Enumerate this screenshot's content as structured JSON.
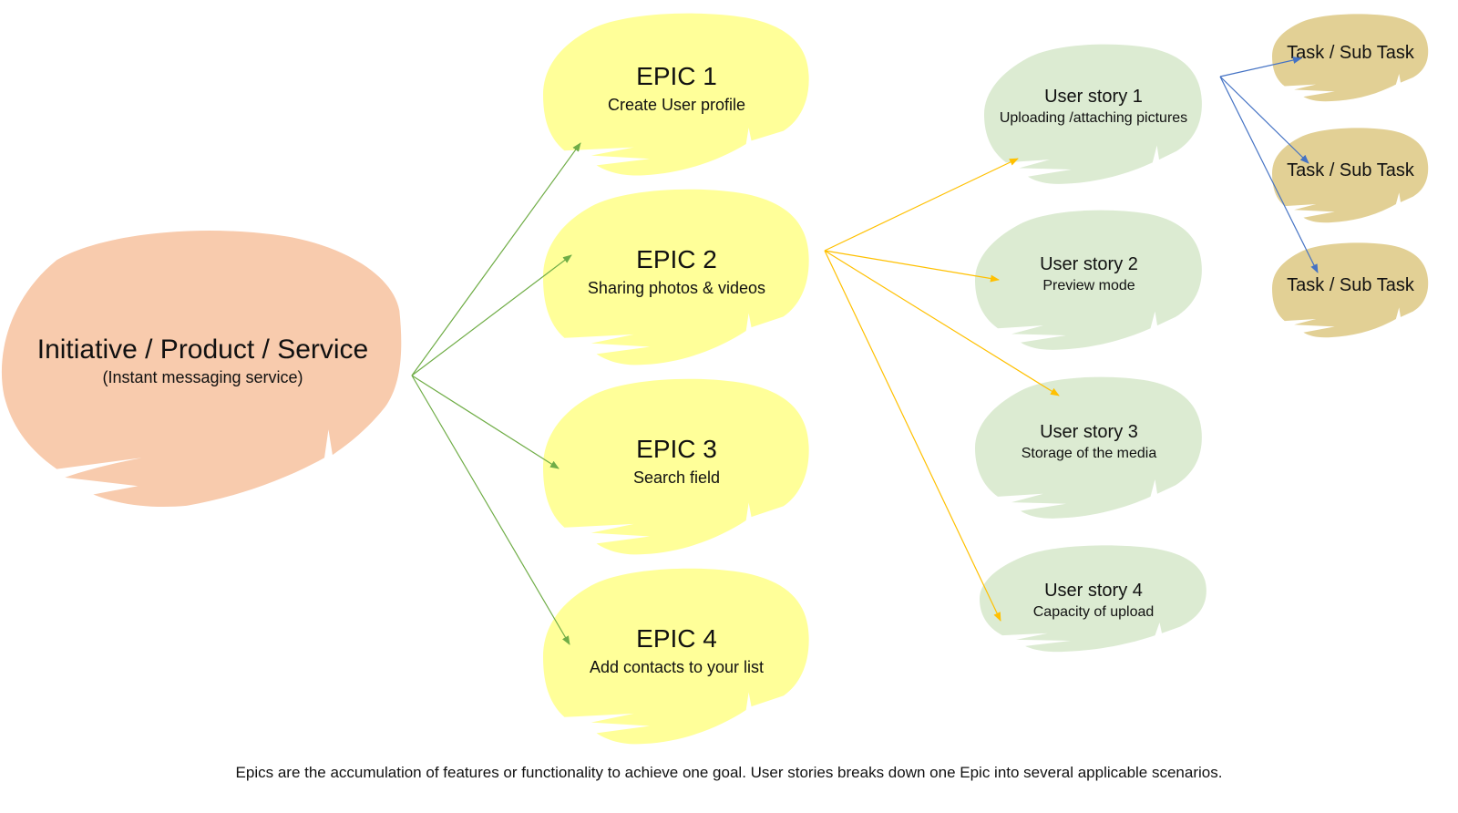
{
  "colors": {
    "root_fill": "#f8cbad",
    "epic_fill": "#ffff99",
    "story_fill": "#dcebd2",
    "task_fill": "#e2d095",
    "root_to_epic_arrow": "#70ad47",
    "epic_to_story_arrow": "#ffc000",
    "story_to_task_arrow": "#4472c4"
  },
  "root": {
    "title": "Initiative / Product / Service",
    "subtitle": "(Instant messaging service)"
  },
  "epics": [
    {
      "title": "EPIC 1",
      "subtitle": "Create User profile"
    },
    {
      "title": "EPIC 2",
      "subtitle": "Sharing photos & videos"
    },
    {
      "title": "EPIC 3",
      "subtitle": "Search field"
    },
    {
      "title": "EPIC 4",
      "subtitle": "Add contacts to your list"
    }
  ],
  "user_stories": [
    {
      "title": "User story 1",
      "subtitle": "Uploading /attaching pictures"
    },
    {
      "title": "User story 2",
      "subtitle": "Preview mode"
    },
    {
      "title": "User story 3",
      "subtitle": "Storage of the media"
    },
    {
      "title": "User story 4",
      "subtitle": "Capacity of upload"
    }
  ],
  "tasks": [
    {
      "title": "Task / Sub Task"
    },
    {
      "title": "Task / Sub Task"
    },
    {
      "title": "Task / Sub Task"
    }
  ],
  "edges": [
    {
      "from": "root",
      "to": "epic-1"
    },
    {
      "from": "root",
      "to": "epic-2"
    },
    {
      "from": "root",
      "to": "epic-3"
    },
    {
      "from": "root",
      "to": "epic-4"
    },
    {
      "from": "epic-2",
      "to": "story-1"
    },
    {
      "from": "epic-2",
      "to": "story-2"
    },
    {
      "from": "epic-2",
      "to": "story-3"
    },
    {
      "from": "epic-2",
      "to": "story-4"
    },
    {
      "from": "story-1",
      "to": "task-1"
    },
    {
      "from": "story-1",
      "to": "task-2"
    },
    {
      "from": "story-1",
      "to": "task-3"
    }
  ],
  "caption": "Epics are the accumulation of features or functionality to achieve one goal. User stories breaks down one Epic into several applicable scenarios."
}
